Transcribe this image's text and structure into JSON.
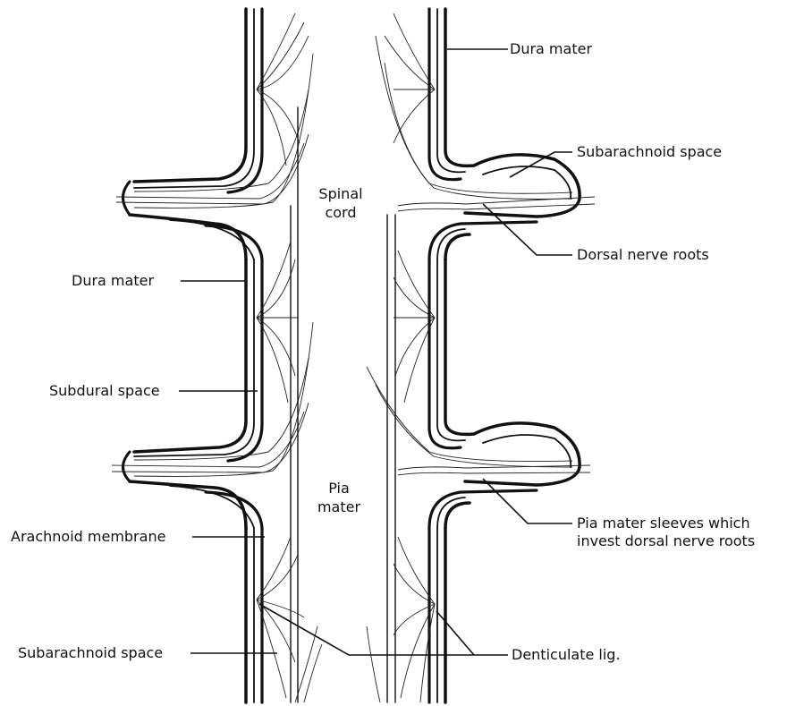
{
  "labels": {
    "dura_mater_right": "Dura mater",
    "subarachnoid_space_right": "Subarachnoid space",
    "spinal_cord_1": "Spinal",
    "spinal_cord_2": "cord",
    "dorsal_nerve_roots": "Dorsal nerve roots",
    "dura_mater_left": "Dura mater",
    "subdural_space": "Subdural space",
    "pia_mater_1": "Pia",
    "pia_mater_2": "mater",
    "pia_sleeves_1": "Pia mater sleeves which",
    "pia_sleeves_2": "invest dorsal nerve roots",
    "arachnoid_membrane": "Arachnoid membrane",
    "subarachnoid_space_left": "Subarachnoid space",
    "denticulate_lig": "Denticulate lig."
  }
}
